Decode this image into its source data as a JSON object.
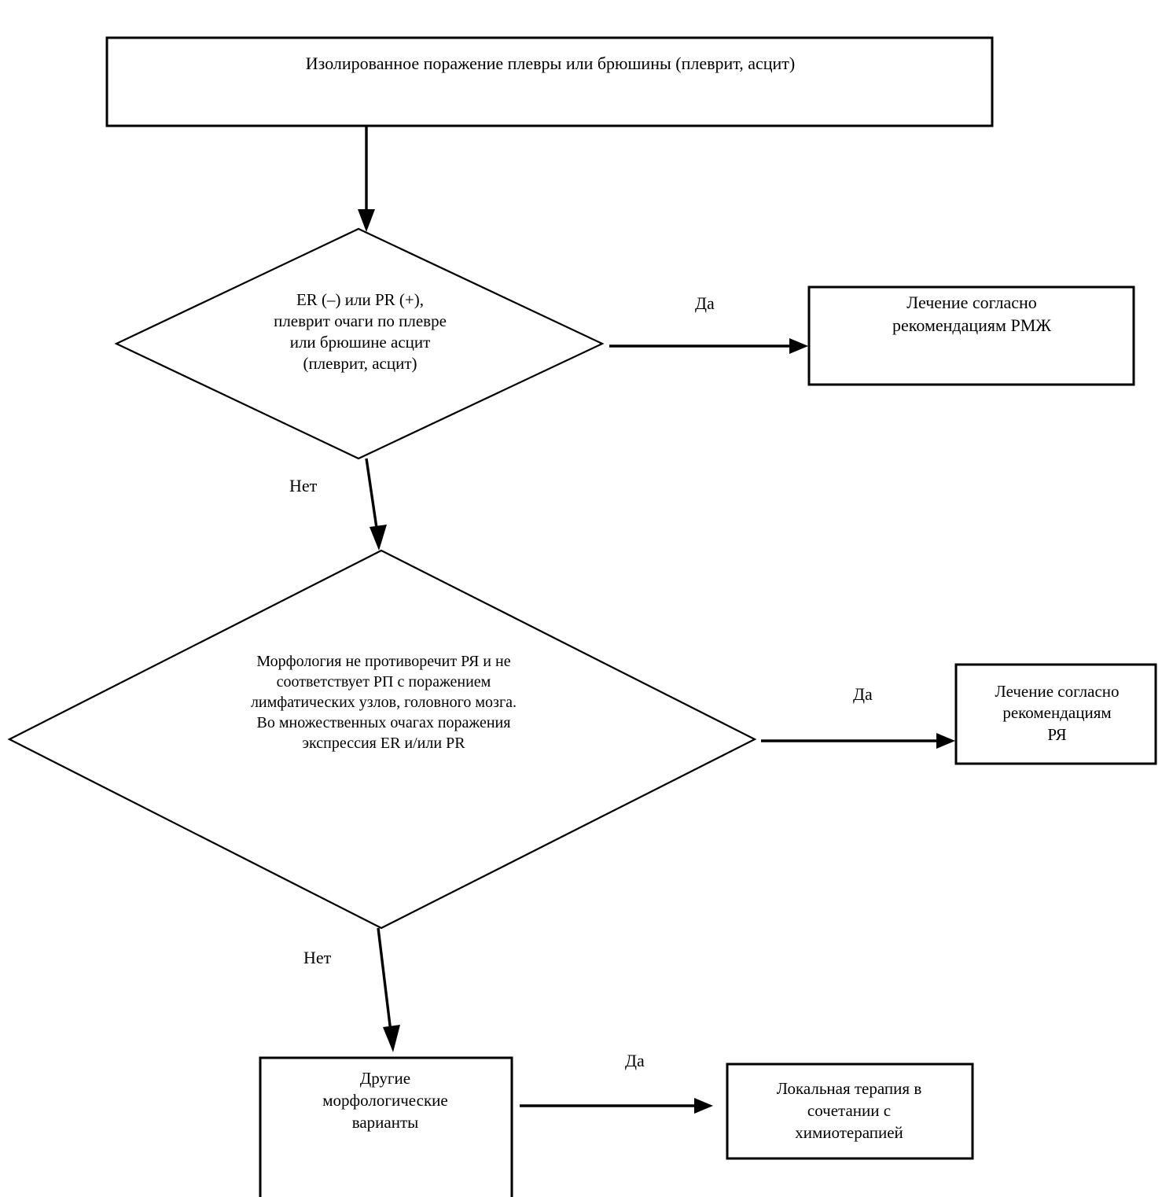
{
  "diagram": {
    "title_node": {
      "id": "start",
      "shape": "rectangle",
      "text": "Изолированное поражение плевры или брюшины (плеврит, асцит)"
    },
    "nodes": [
      {
        "id": "decision1",
        "shape": "diamond",
        "text": "ER (–) или PR (+),\nплеврит очаги по плевре\nили брюшине асцит\n(плеврит, асцит)"
      },
      {
        "id": "treat-rmzh",
        "shape": "rectangle",
        "text": "Лечение согласно\nрекомендациям РМЖ"
      },
      {
        "id": "decision2",
        "shape": "diamond",
        "text": "Морфология не противоречит РЯ и не\nсоответствует РП с поражением\nлимфатических узлов, головного мозга.\nВо множественных очагах поражения\nэкспрессия ER и/или PR"
      },
      {
        "id": "treat-rya",
        "shape": "rectangle",
        "text": "Лечение согласно\nрекомендациям\nРЯ"
      },
      {
        "id": "other-morph",
        "shape": "rectangle",
        "text": "Другие\nморфологические\nварианты"
      },
      {
        "id": "local-therapy",
        "shape": "rectangle",
        "text": "Локальная терапия в\nсочетании с\nхимиотерапией"
      }
    ],
    "edge_labels": {
      "yes_1": "Да",
      "no_1": "Нет",
      "yes_2": "Да",
      "no_2": "Нет",
      "yes_3": "Да"
    },
    "colors": {
      "stroke": "#000000",
      "fill": "#ffffff",
      "text": "#000000"
    }
  }
}
